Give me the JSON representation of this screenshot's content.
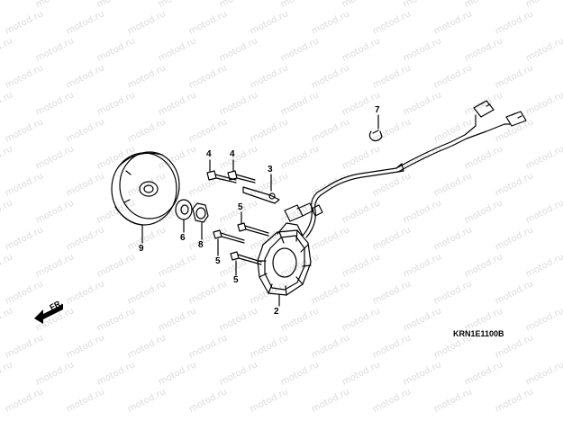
{
  "watermark": {
    "text": "motod.ru"
  },
  "diagram_code": "KRN1E1100B",
  "direction_label": "FR.",
  "callouts": [
    {
      "id": "c2",
      "label": "2"
    },
    {
      "id": "c3",
      "label": "3"
    },
    {
      "id": "c4a",
      "label": "4"
    },
    {
      "id": "c4b",
      "label": "4"
    },
    {
      "id": "c5a",
      "label": "5"
    },
    {
      "id": "c5b",
      "label": "5"
    },
    {
      "id": "c5c",
      "label": "5"
    },
    {
      "id": "c6",
      "label": "6"
    },
    {
      "id": "c7",
      "label": "7"
    },
    {
      "id": "c8",
      "label": "8"
    },
    {
      "id": "c9",
      "label": "9"
    }
  ],
  "colors": {
    "line": "#000000",
    "watermark": "#dcdcdc",
    "background": "#ffffff"
  },
  "icons": [
    "front-direction-arrow-icon"
  ]
}
